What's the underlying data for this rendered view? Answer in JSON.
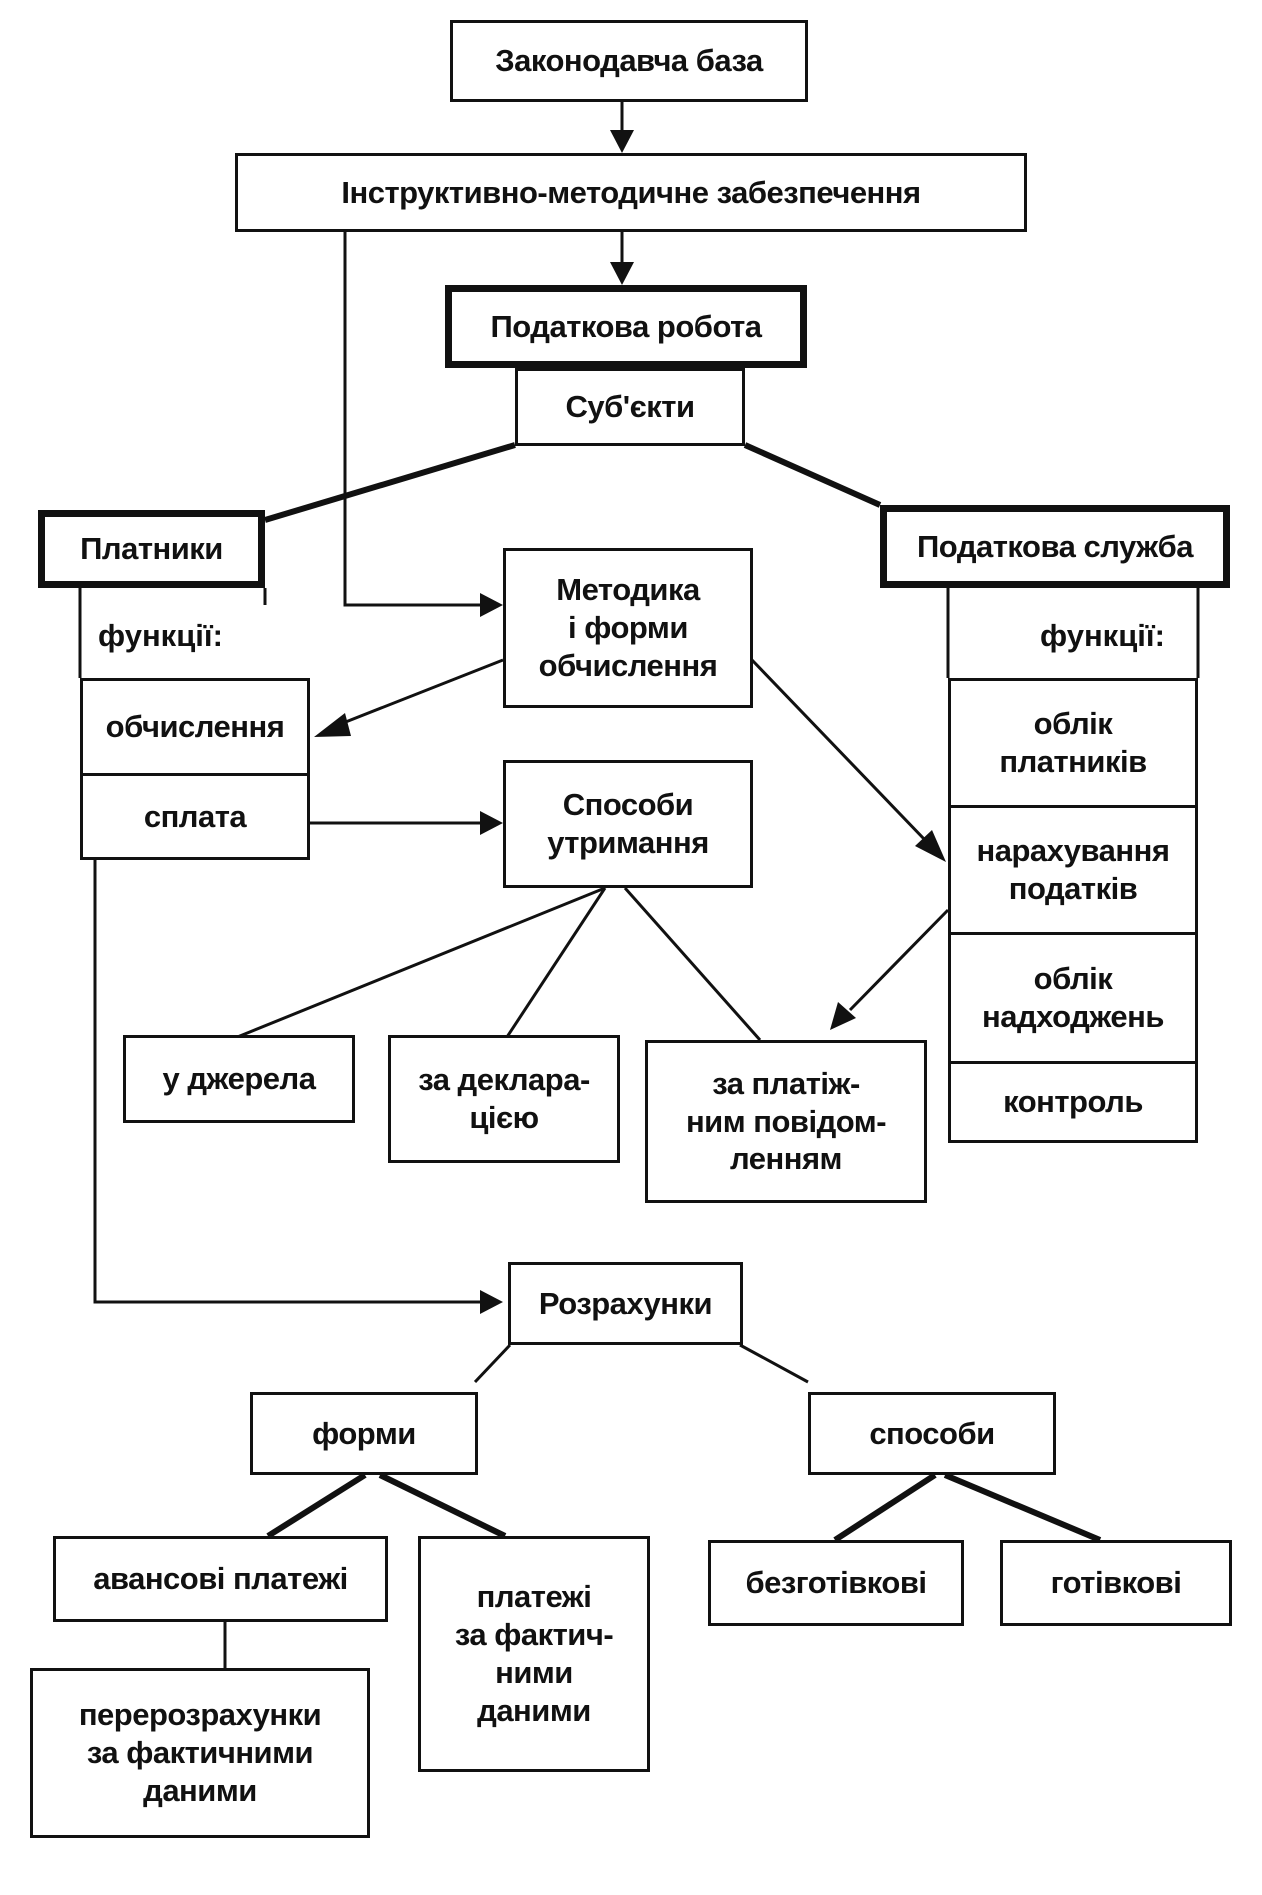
{
  "nodes": {
    "legal_base": "Законодавча база",
    "instructive": "Інструктивно-методичне забезпечення",
    "tax_work": "Податкова робота",
    "subjects": "Суб'єкти",
    "payers": "Платники",
    "tax_service": "Податкова служба",
    "payers_functions_label": "функції:",
    "service_functions_label": "функції:",
    "methodology": "Методика\nі форми\nобчислення",
    "calculation": "обчислення",
    "payment": "сплата",
    "collection_methods": "Способи\nутримання",
    "at_source": "у джерела",
    "by_declaration": "за деклара-\nцією",
    "by_payment_notice": "за платіж-\nним повідом-\nленням",
    "payer_accounting": "облік\nплатників",
    "tax_assessment": "нарахування\nподатків",
    "receipts_accounting": "облік\nнадходжень",
    "control": "контроль",
    "settlements": "Розрахунки",
    "forms": "форми",
    "methods": "способи",
    "advance_payments": "авансові платежі",
    "actual_data_payments": "платежі\nза фактич-\nними\nданими",
    "recalculations": "перерозрахунки\nза фактичними\nданими",
    "cashless": "безготівкові",
    "cash": "готівкові"
  }
}
